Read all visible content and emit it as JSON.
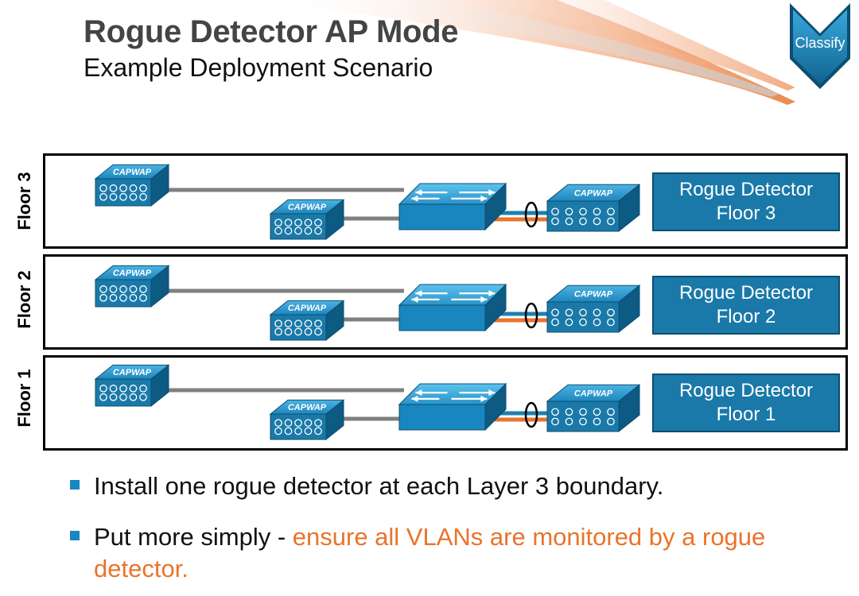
{
  "header": {
    "title": "Rogue Detector AP Mode",
    "subtitle": "Example Deployment Scenario"
  },
  "badge": {
    "label": "Classify",
    "color": "#1f8fc4"
  },
  "device_label": "CAPWAP",
  "floors": [
    {
      "label": "Floor 3",
      "detector_line1": "Rogue Detector",
      "detector_line2": "Floor 3"
    },
    {
      "label": "Floor 2",
      "detector_line1": "Rogue Detector",
      "detector_line2": "Floor 2"
    },
    {
      "label": "Floor 1",
      "detector_line1": "Rogue Detector",
      "detector_line2": "Floor 1"
    }
  ],
  "bullets": [
    {
      "text": "Install one rogue detector at each Layer 3 boundary.",
      "highlight": ""
    },
    {
      "text": "Put more simply - ",
      "highlight": "ensure all VLANs are monitored by a rogue detector."
    }
  ],
  "colors": {
    "device_blue": "#1a79a8",
    "link_gray": "#808080",
    "trunk_orange": "#e8742c",
    "trunk_blue": "#1f7fb0",
    "highlight_orange": "#e8742c"
  }
}
